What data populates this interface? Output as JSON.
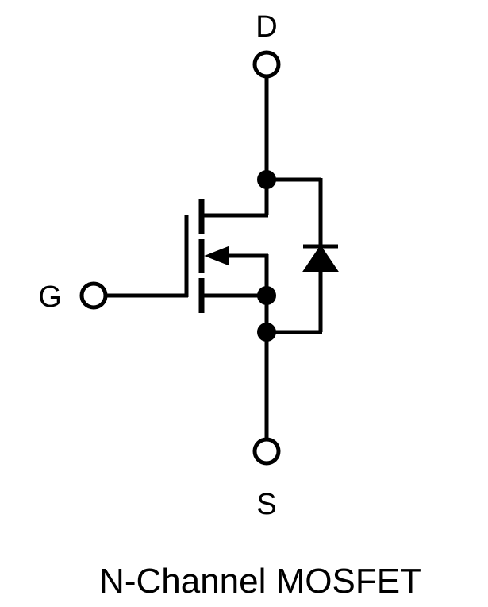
{
  "labels": {
    "drain": "D",
    "gate": "G",
    "source": "S"
  },
  "caption": "N-Channel MOSFET",
  "colors": {
    "stroke": "#000000",
    "background": "#ffffff"
  }
}
